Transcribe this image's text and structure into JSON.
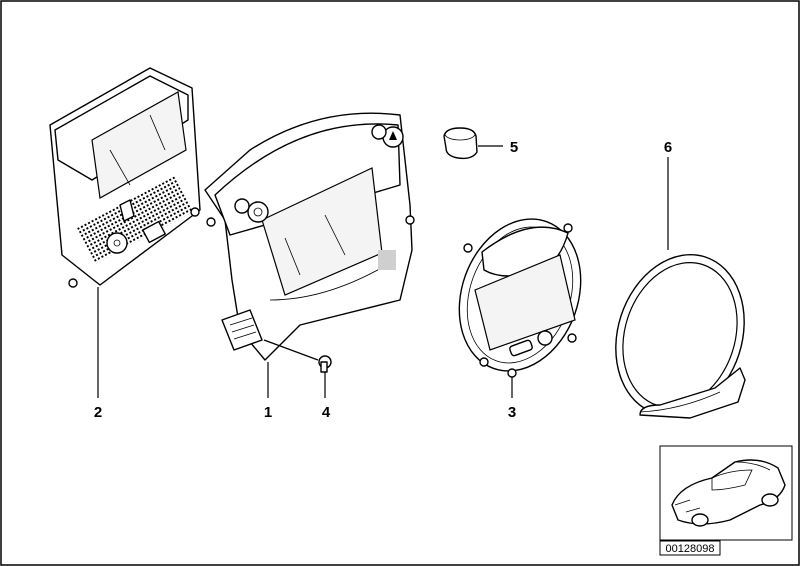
{
  "diagram": {
    "callouts": [
      {
        "id": "1",
        "label": "1"
      },
      {
        "id": "2",
        "label": "2"
      },
      {
        "id": "3",
        "label": "3"
      },
      {
        "id": "4",
        "label": "4"
      },
      {
        "id": "5",
        "label": "5"
      },
      {
        "id": "6",
        "label": "6"
      }
    ],
    "reference_number": "00128098"
  }
}
